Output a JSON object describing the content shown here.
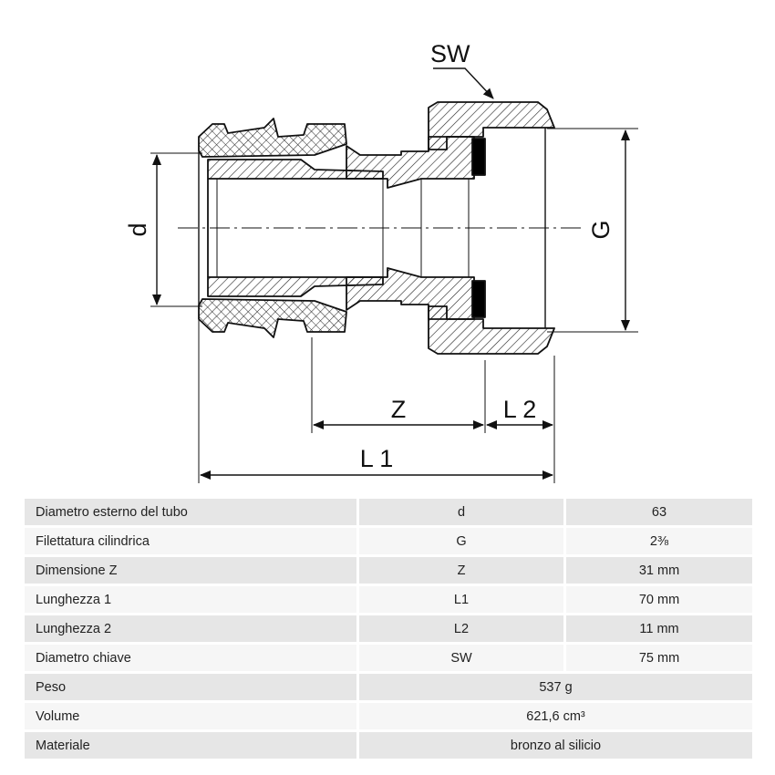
{
  "drawing": {
    "labels": {
      "sw": "SW",
      "d": "d",
      "g": "G",
      "z": "Z",
      "l1": "L 1",
      "l2": "L 2"
    },
    "colors": {
      "line": "#111111",
      "hatch": "#222222",
      "seal": "#000000"
    }
  },
  "table": {
    "rows": [
      {
        "label": "Diametro esterno del tubo",
        "symbol": "d",
        "value": "63"
      },
      {
        "label": "Filettatura cilindrica",
        "symbol": "G",
        "value": "2⅜"
      },
      {
        "label": "Dimensione Z",
        "symbol": "Z",
        "value": "31 mm"
      },
      {
        "label": "Lunghezza 1",
        "symbol": "L1",
        "value": "70 mm"
      },
      {
        "label": "Lunghezza 2",
        "symbol": "L2",
        "value": "11 mm"
      },
      {
        "label": "Diametro chiave",
        "symbol": "SW",
        "value": "75 mm"
      },
      {
        "label": "Peso",
        "value": "537 g"
      },
      {
        "label": "Volume",
        "value": "621,6 cm³"
      },
      {
        "label": "Materiale",
        "value": "bronzo al silicio"
      }
    ]
  }
}
